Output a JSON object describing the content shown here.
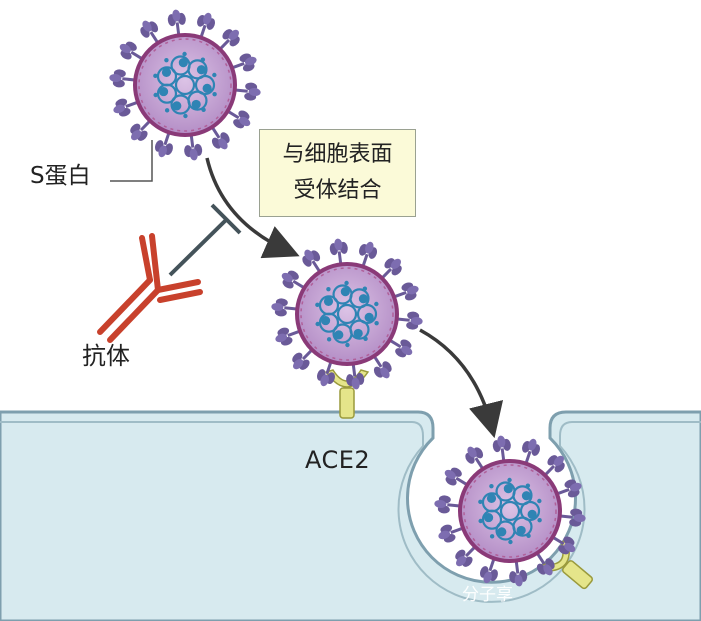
{
  "labels": {
    "spike_protein": "S蛋白",
    "antibody": "抗体",
    "receptor": "ACE2",
    "step_line1": "与细胞表面",
    "step_line2": "受体结合"
  },
  "watermark": "分子享",
  "colors": {
    "virus_fill": "#c6a4d3",
    "virus_rim": "#8a3a78",
    "spike": "#6a5a98",
    "rna": "#2f84b4",
    "antibody": "#c8412c",
    "receptor": "#e5e58a",
    "receptor_stroke": "#9a9a3c",
    "cell": "#d7eaef",
    "membrane": "#7e9fae",
    "arrow": "#3a3a3a",
    "step_box": "#fbfad8"
  },
  "viruses": [
    {
      "name": "virus-free"
    },
    {
      "name": "virus-bound"
    },
    {
      "name": "virus-internalized"
    }
  ]
}
